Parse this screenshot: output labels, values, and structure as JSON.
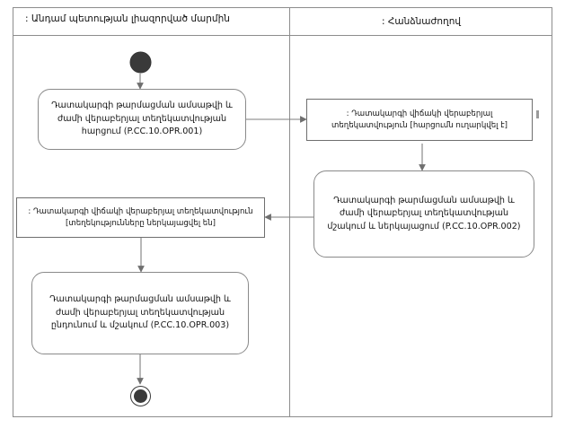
{
  "diagram": {
    "type": "uml-activity-diagram",
    "language": "hy",
    "title_present": false
  },
  "swimlanes": [
    {
      "id": "member-state-authority",
      "label": ": Անդամ պետության լիազորված մարմին",
      "align": "left"
    },
    {
      "id": "commission",
      "label": ": Հանձնաժողով",
      "align": "center"
    }
  ],
  "nodes": {
    "initial": {
      "name": "initial-node",
      "lane": "member-state-authority",
      "label": ""
    },
    "activity1": {
      "name": "activity-request-info",
      "lane": "member-state-authority",
      "label": "Դատակարգի թարմացման ամսաթվի և ժամի վերաբերյալ տեղեկատվության հարցում (P.CC.10.OPR.001)",
      "code": "P.CC.10.OPR.001"
    },
    "object1": {
      "name": "object-node-request-sent",
      "lane": "commission",
      "label": ": Դատակարգի վիճակի վերաբերյալ տեղեկատվություն [հարցումն ուղարկվել է]",
      "state": "[հարցումն ուղարկվել է]"
    },
    "activity2": {
      "name": "activity-process-and-present",
      "lane": "commission",
      "label": "Դատակարգի թարմացման ամսաթվի և ժամի վերաբերյալ տեղեկատվության մշակում և ներկայացում (P.CC.10.OPR.002)",
      "code": "P.CC.10.OPR.002"
    },
    "object2": {
      "name": "object-node-info-presented",
      "lane": "member-state-authority",
      "label": ": Դատակարգի վիճակի վերաբերյալ տեղեկատվություն [տեղեկությունները ներկայացվել են]",
      "state": "[տեղեկությունները ներկայացվել են]"
    },
    "activity3": {
      "name": "activity-receive-and-process",
      "lane": "member-state-authority",
      "label": "Դատակարգի թարմացման ամսաթվի և ժամի վերաբերյալ տեղեկատվության ընդունում և մշակում (P.CC.10.OPR.003)",
      "code": "P.CC.10.OPR.003"
    },
    "final": {
      "name": "final-node",
      "lane": "member-state-authority",
      "label": ""
    }
  },
  "edges": [
    {
      "from": "initial",
      "to": "activity1"
    },
    {
      "from": "activity1",
      "to": "object1"
    },
    {
      "from": "object1",
      "to": "activity2"
    },
    {
      "from": "activity2",
      "to": "object2"
    },
    {
      "from": "object2",
      "to": "activity3"
    },
    {
      "from": "activity3",
      "to": "final"
    }
  ],
  "colors": {
    "frame": "#8d8d8d",
    "node_border": "#8a8a8a",
    "object_border": "#6f6f6f",
    "edge": "#7d7d7d",
    "node_fill": "#ffffff",
    "terminator": "#3a3a3a",
    "text": "#141414",
    "background": "#ffffff"
  }
}
